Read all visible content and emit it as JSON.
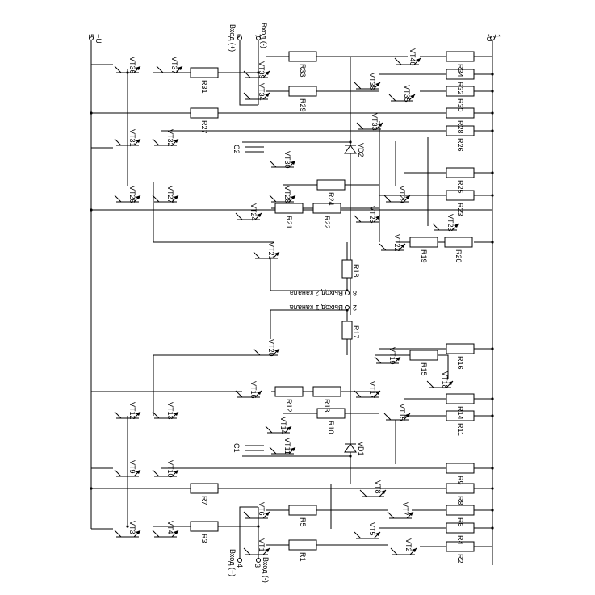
{
  "title": "Schematic: dual-channel differential amplifier (rotated)",
  "resistors": [
    "R1",
    "R2",
    "R3",
    "R4",
    "R5",
    "R6",
    "R7",
    "R8",
    "R9",
    "R10",
    "R11",
    "R12",
    "R13",
    "R14",
    "R15",
    "R16",
    "R17",
    "R18",
    "R19",
    "R20",
    "R21",
    "R22",
    "R23",
    "R24",
    "R25",
    "R26",
    "R27",
    "R28",
    "R29",
    "R30",
    "R31",
    "R32",
    "R33",
    "R34"
  ],
  "transistors": [
    "VT1",
    "VT2",
    "VT3",
    "VT4",
    "VT5",
    "VT6",
    "VT7",
    "VT8",
    "VT9",
    "VT10",
    "VT11",
    "VT12",
    "VT13",
    "VT14",
    "VT15",
    "VT16",
    "VT17",
    "VT18",
    "VT19",
    "VT20",
    "VT21",
    "VT22",
    "VT23",
    "VT24",
    "VT25",
    "VT26",
    "VT27",
    "VT28",
    "VT29",
    "VT30",
    "VT31",
    "VT32",
    "VT33",
    "VT34",
    "VT35",
    "VT36",
    "VT37",
    "VT38",
    "VT39",
    "VT40"
  ],
  "diodes": [
    "VD1",
    "VD2"
  ],
  "capacitors": [
    "C1",
    "C2"
  ],
  "terminals": {
    "t5": {
      "pin": "5",
      "label": "+U"
    },
    "t6": {
      "pin": "6",
      "label": "Вход (+)"
    },
    "t7": {
      "pin": "7",
      "label": "Вход (-)"
    },
    "t1": {
      "pin": "1",
      "label": "-U"
    },
    "t4": {
      "pin": "4",
      "label": "Вход (+)"
    },
    "t3": {
      "pin": "3",
      "label": "Вход (-)"
    },
    "t8": {
      "pin": "8",
      "label": "Выход 2 канала"
    },
    "t2": {
      "pin": "2",
      "label": "Выход 1 канала"
    }
  }
}
